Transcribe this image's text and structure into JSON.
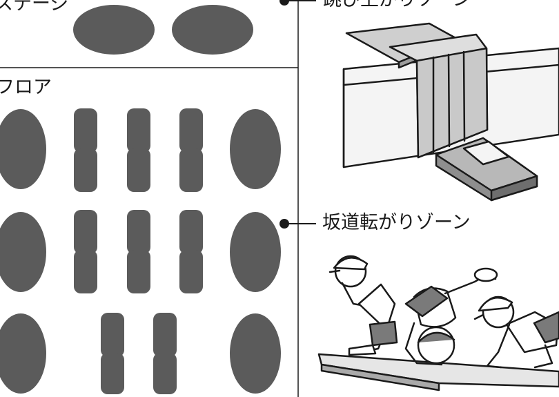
{
  "left_panel": {
    "stage_label": "ステージ",
    "floor_label": "フロア"
  },
  "right_panel": {
    "zone_top_label": "跳び上がりゾーン",
    "zone_bottom_label": "坂道転がりゾーン"
  },
  "colors": {
    "mat_fill": "#5b5b5b",
    "line": "#1a1a1a",
    "background": "#ffffff"
  }
}
